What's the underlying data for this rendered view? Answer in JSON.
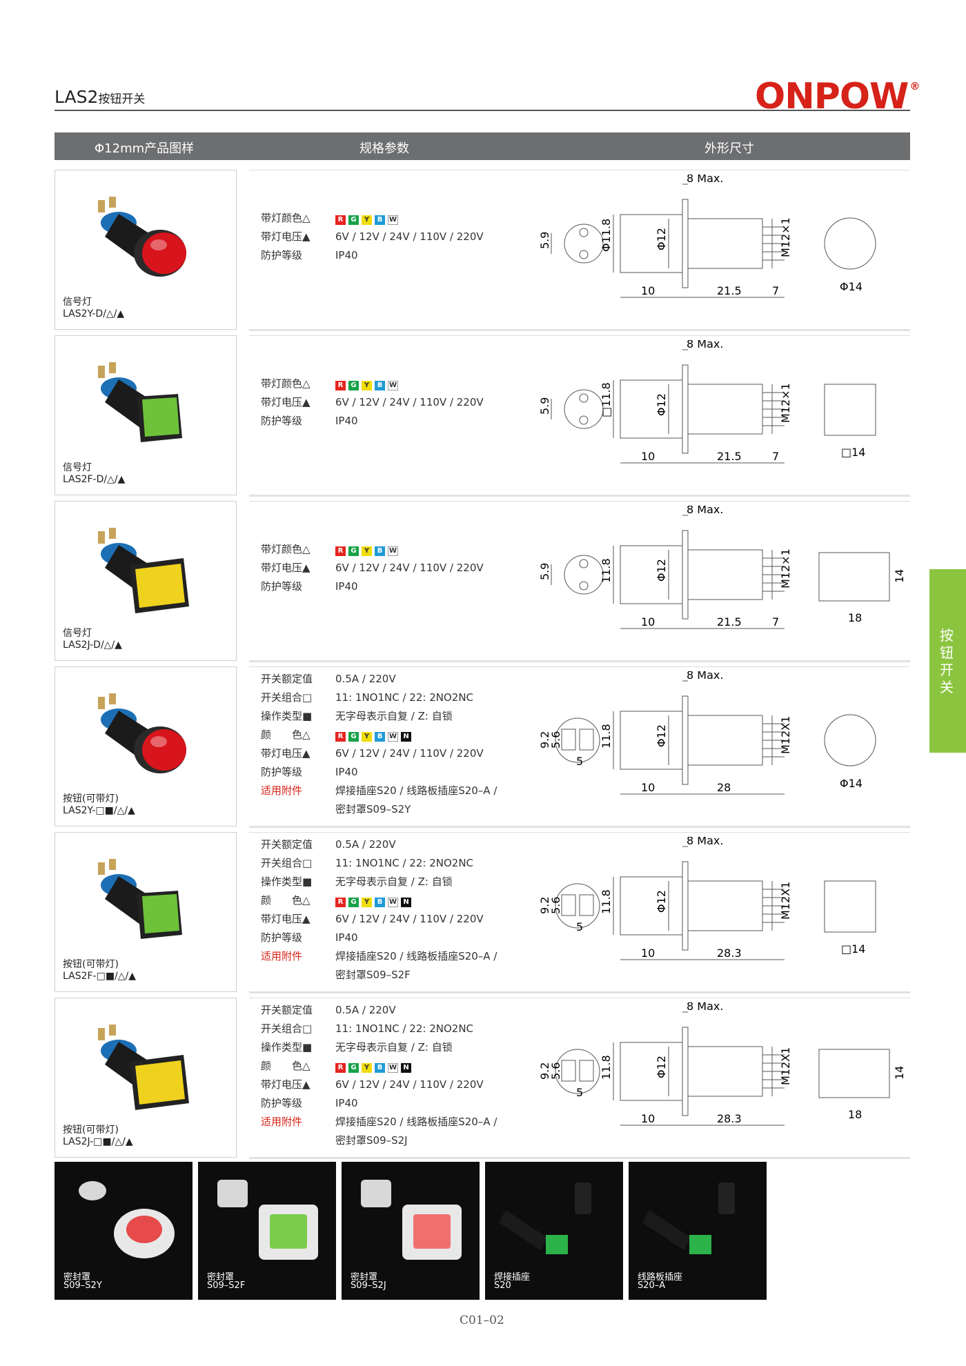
{
  "header": {
    "title": "LAS2",
    "title_suffix": "按钮开关",
    "logo": "ONPOW",
    "logo_mark": "®"
  },
  "columns": [
    "Φ12mm产品图样",
    "规格参数",
    "外形尺寸"
  ],
  "side_tab": "按钮开关",
  "page_number": "C01–02",
  "colors": {
    "R": "#e52420",
    "G": "#17a248",
    "Y": "#f0dd0c",
    "B": "#1f9bd7",
    "W": "#ffffff",
    "N": "#111111",
    "accent": "#8bc53f",
    "brand": "#d62218"
  },
  "products": [
    {
      "type": "信号灯",
      "model": "LAS2Y-D/△/▲",
      "cap": "round",
      "cap_color": "#d8141c",
      "specs": [
        {
          "label": "带灯颜色△",
          "chips": [
            "R",
            "G",
            "Y",
            "B",
            "W"
          ]
        },
        {
          "label": "带灯电压▲",
          "value": "6V / 12V / 24V / 110V / 220V"
        },
        {
          "label": "防护等级",
          "value": "IP40"
        }
      ],
      "dims": {
        "max": "8 Max.",
        "d1": "Φ11.8",
        "d2": "Φ12",
        "thread": "M12×1",
        "len_a": "10",
        "len_b": "21.5",
        "len_c": "7",
        "front": "5.9",
        "face": "Φ14"
      }
    },
    {
      "type": "信号灯",
      "model": "LAS2F-D/△/▲",
      "cap": "square",
      "cap_color": "#6dc23a",
      "specs": [
        {
          "label": "带灯颜色△",
          "chips": [
            "R",
            "G",
            "Y",
            "B",
            "W"
          ]
        },
        {
          "label": "带灯电压▲",
          "value": "6V / 12V / 24V / 110V / 220V"
        },
        {
          "label": "防护等级",
          "value": "IP40"
        }
      ],
      "dims": {
        "max": "8 Max.",
        "d1": "□11.8",
        "d2": "Φ12",
        "thread": "M12×1",
        "len_a": "10",
        "len_b": "21.5",
        "len_c": "7",
        "front": "5.9",
        "face": "□14"
      }
    },
    {
      "type": "信号灯",
      "model": "LAS2J-D/△/▲",
      "cap": "rect",
      "cap_color": "#efd21d",
      "specs": [
        {
          "label": "带灯颜色△",
          "chips": [
            "R",
            "G",
            "Y",
            "B",
            "W"
          ]
        },
        {
          "label": "带灯电压▲",
          "value": "6V / 12V / 24V / 110V / 220V"
        },
        {
          "label": "防护等级",
          "value": "IP40"
        }
      ],
      "dims": {
        "max": "8 Max.",
        "d1": "11.8",
        "d2": "Φ12",
        "thread": "M12×1",
        "len_a": "10",
        "len_b": "21.5",
        "len_c": "7",
        "front": "5.9",
        "face": "18",
        "face_h": "14"
      }
    },
    {
      "type": "按钮(可带灯)",
      "model": "LAS2Y-□■/△/▲",
      "cap": "round",
      "cap_color": "#d8141c",
      "specs": [
        {
          "label": "开关额定值",
          "value": "0.5A / 220V"
        },
        {
          "label": "开关组合□",
          "value": "11: 1NO1NC / 22: 2NO2NC"
        },
        {
          "label": "操作类型■",
          "value": "无字母表示自复 / Z: 自锁"
        },
        {
          "label": "颜　　色△",
          "chips": [
            "R",
            "G",
            "Y",
            "B",
            "W",
            "N"
          ]
        },
        {
          "label": "带灯电压▲",
          "value": "6V / 12V / 24V / 110V / 220V"
        },
        {
          "label": "防护等级",
          "value": "IP40"
        },
        {
          "label": "适用附件",
          "red": true,
          "value": "焊接插座S20 / 线路板插座S20–A /"
        },
        {
          "label": "",
          "value": "密封罩S09–S2Y"
        }
      ],
      "dims": {
        "max": "8 Max.",
        "d1": "11.8",
        "d2": "Φ12",
        "thread": "M12X1",
        "len_a": "10",
        "len_b": "28",
        "front_a": "9.2",
        "front_b": "5.6",
        "front_c": "5",
        "face": "Φ14"
      }
    },
    {
      "type": "按钮(可带灯)",
      "model": "LAS2F-□■/△/▲",
      "cap": "square",
      "cap_color": "#6dc23a",
      "specs": [
        {
          "label": "开关额定值",
          "value": "0.5A / 220V"
        },
        {
          "label": "开关组合□",
          "value": "11: 1NO1NC / 22: 2NO2NC"
        },
        {
          "label": "操作类型■",
          "value": "无字母表示自复 / Z: 自锁"
        },
        {
          "label": "颜　　色△",
          "chips": [
            "R",
            "G",
            "Y",
            "B",
            "W",
            "N"
          ]
        },
        {
          "label": "带灯电压▲",
          "value": "6V / 12V / 24V / 110V / 220V"
        },
        {
          "label": "防护等级",
          "value": "IP40"
        },
        {
          "label": "适用附件",
          "red": true,
          "value": "焊接插座S20 / 线路板插座S20–A /"
        },
        {
          "label": "",
          "value": "密封罩S09–S2F"
        }
      ],
      "dims": {
        "max": "8 Max.",
        "d1": "11.8",
        "d2": "Φ12",
        "thread": "M12X1",
        "len_a": "10",
        "len_b": "28.3",
        "front_a": "9.2",
        "front_b": "5.6",
        "front_c": "5",
        "face": "□14"
      }
    },
    {
      "type": "按钮(可带灯)",
      "model": "LAS2J-□■/△/▲",
      "cap": "rect",
      "cap_color": "#efd21d",
      "specs": [
        {
          "label": "开关额定值",
          "value": "0.5A / 220V"
        },
        {
          "label": "开关组合□",
          "value": "11: 1NO1NC / 22: 2NO2NC"
        },
        {
          "label": "操作类型■",
          "value": "无字母表示自复 / Z: 自锁"
        },
        {
          "label": "颜　　色△",
          "chips": [
            "R",
            "G",
            "Y",
            "B",
            "W",
            "N"
          ]
        },
        {
          "label": "带灯电压▲",
          "value": "6V / 12V / 24V / 110V / 220V"
        },
        {
          "label": "防护等级",
          "value": "IP40"
        },
        {
          "label": "适用附件",
          "red": true,
          "value": "焊接插座S20 / 线路板插座S20–A /"
        },
        {
          "label": "",
          "value": "密封罩S09–S2J"
        }
      ],
      "dims": {
        "max": "8 Max.",
        "d1": "11.8",
        "d2": "Φ12",
        "thread": "M12X1",
        "len_a": "10",
        "len_b": "28.3",
        "front_a": "9.2",
        "front_b": "5.6",
        "front_c": "5",
        "face": "18",
        "face_h": "14"
      }
    }
  ],
  "accessories": [
    {
      "name": "密封罩",
      "model": "S09–S2Y",
      "kind": "cover-round",
      "tint": "#e64a4a"
    },
    {
      "name": "密封罩",
      "model": "S09–S2F",
      "kind": "cover-square",
      "tint": "#7ccc4c"
    },
    {
      "name": "密封罩",
      "model": "S09–S2J",
      "kind": "cover-square",
      "tint": "#f07070"
    },
    {
      "name": "焊接插座",
      "model": "S20",
      "kind": "socket"
    },
    {
      "name": "线路板插座",
      "model": "S20–A",
      "kind": "socket"
    }
  ]
}
